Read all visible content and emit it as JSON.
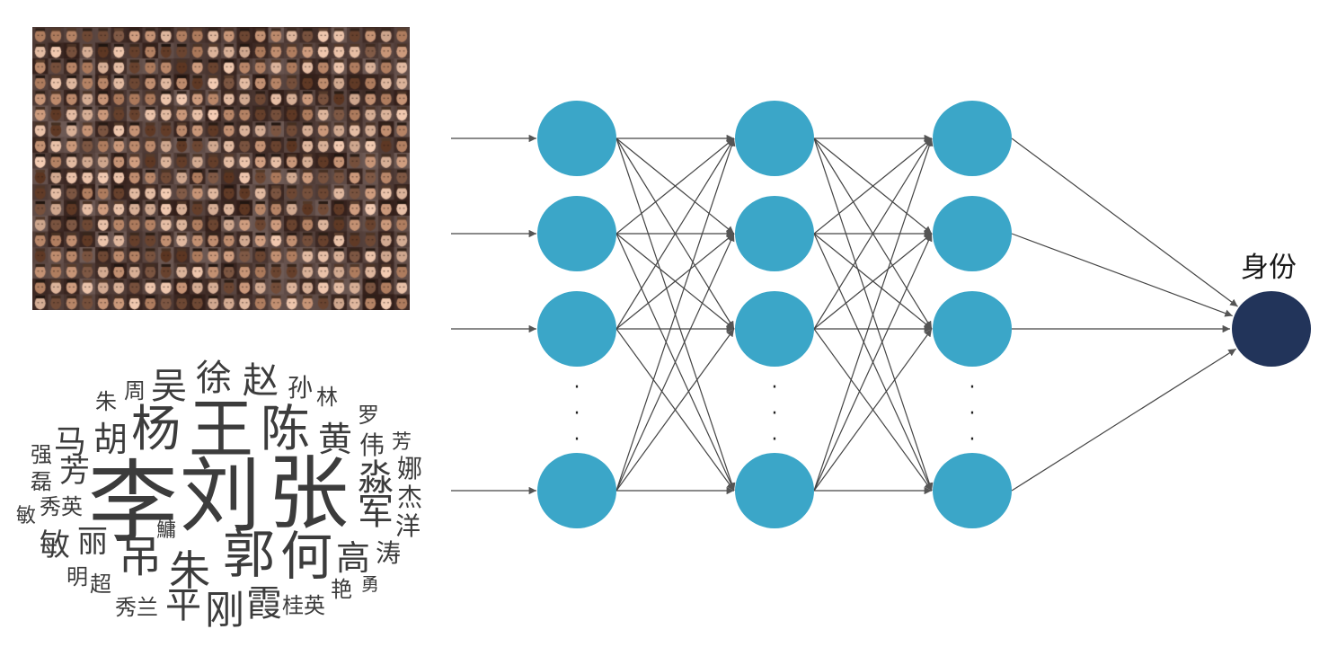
{
  "diagram": {
    "input_image": {
      "name": "face-mosaic",
      "rows": 18,
      "cols": 24
    },
    "name_cloud": {
      "words": [
        {
          "text": "朱"
        },
        {
          "text": "周"
        },
        {
          "text": "吴"
        },
        {
          "text": "徐"
        },
        {
          "text": "赵"
        },
        {
          "text": "孙"
        },
        {
          "text": "林"
        },
        {
          "text": "马"
        },
        {
          "text": "胡"
        },
        {
          "text": "杨"
        },
        {
          "text": "王"
        },
        {
          "text": "陈"
        },
        {
          "text": "黄"
        },
        {
          "text": "罗"
        },
        {
          "text": "伟"
        },
        {
          "text": "芳"
        },
        {
          "text": "强"
        },
        {
          "text": "芳"
        },
        {
          "text": "磊"
        },
        {
          "text": "李"
        },
        {
          "text": "刘"
        },
        {
          "text": "张"
        },
        {
          "text": "淼"
        },
        {
          "text": "娜"
        },
        {
          "text": "杰"
        },
        {
          "text": "秀英"
        },
        {
          "text": "敏"
        },
        {
          "text": "军"
        },
        {
          "text": "洋"
        },
        {
          "text": "鱅"
        },
        {
          "text": "敏"
        },
        {
          "text": "丽"
        },
        {
          "text": "吊"
        },
        {
          "text": "朱"
        },
        {
          "text": "郭"
        },
        {
          "text": "何"
        },
        {
          "text": "高"
        },
        {
          "text": "涛"
        },
        {
          "text": "明"
        },
        {
          "text": "超"
        },
        {
          "text": "艳"
        },
        {
          "text": "勇"
        },
        {
          "text": "秀兰"
        },
        {
          "text": "平"
        },
        {
          "text": "刚"
        },
        {
          "text": "霞"
        },
        {
          "text": "桂英"
        }
      ]
    },
    "network": {
      "layers": [
        4,
        4,
        4
      ],
      "ellipsis": "·",
      "node_color": "#3ba6c8",
      "output_color": "#22345a",
      "edge_color": "#444444"
    },
    "output_label": "身份"
  }
}
